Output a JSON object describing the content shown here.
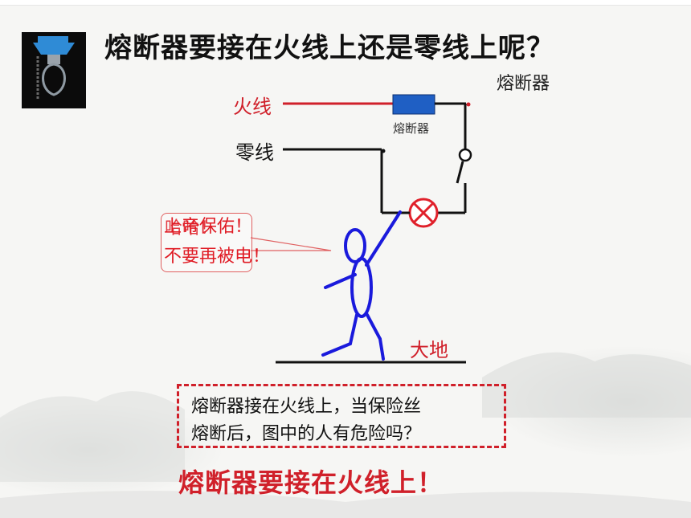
{
  "title": "熔断器要接在火线上还是零线上呢？",
  "fuse_label_top": "熔断器",
  "circuit": {
    "live_wire_label": "火线",
    "neutral_wire_label": "零线",
    "fuse_label": "熔断器",
    "ground_label": "大地"
  },
  "speech_bubble": {
    "line1": "上帝保佑！",
    "line2": "哈哈！",
    "line3": "不要再被电！"
  },
  "question": {
    "line1": "熔断器接在火线上，当保险丝",
    "line2": "熔断后，图中的人有危险吗？"
  },
  "answer": "熔断器要接在火线上！",
  "colors": {
    "live_wire": "#d0202a",
    "neutral_wire": "#111111",
    "fuse": "#1f5fc4",
    "person": "#1a1adc",
    "lamp": "#e0202a",
    "accent_red": "#d0202a"
  },
  "icons": {
    "bulb": "light-bulb-icon",
    "lamp": "lamp-symbol-icon",
    "switch": "switch-symbol-icon"
  }
}
